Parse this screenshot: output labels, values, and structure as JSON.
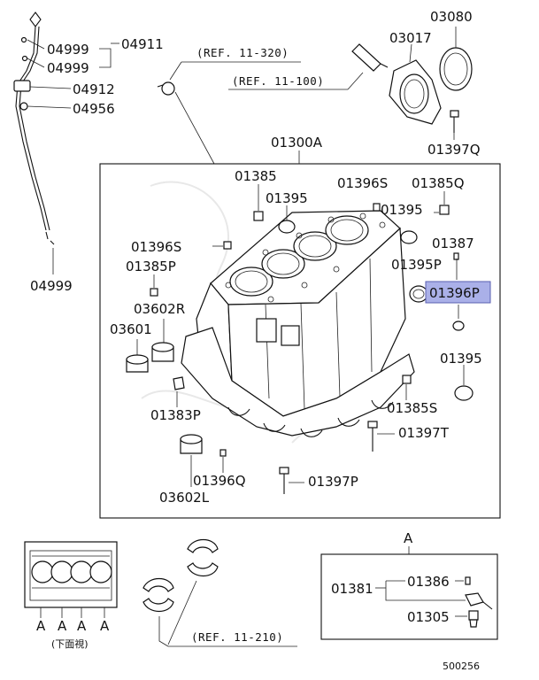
{
  "parts": {
    "p04999a": "04999",
    "p04999b": "04999",
    "p04911": "04911",
    "p04912": "04912",
    "p04956": "04956",
    "p04999c": "04999",
    "p03080": "03080",
    "p03017": "03017",
    "p01397q": "01397Q",
    "p01300a": "01300A",
    "p01385a": "01385",
    "p01395a": "01395",
    "p01396s_top": "01396S",
    "p01385q": "01385Q",
    "p01395b": "01395",
    "p01396s_left": "01396S",
    "p01385p": "01385P",
    "p01387": "01387",
    "p01395p": "01395P",
    "p01396p": "01396P",
    "p03602r": "03602R",
    "p03601": "03601",
    "p01395c": "01395",
    "p01383p": "01383P",
    "p01385s": "01385S",
    "p01397t": "01397T",
    "p01396q": "01396Q",
    "p01397p": "01397P",
    "p03602l": "03602L",
    "p01381": "01381",
    "p01386": "01386",
    "p01305": "01305"
  },
  "refs": {
    "ref_11_320": "(REF. 11-320)",
    "ref_11_100": "(REF. 11-100)",
    "ref_11_210": "(REF. 11-210)"
  },
  "view": {
    "detail_a": "A",
    "a1": "A",
    "a2": "A",
    "a3": "A",
    "a4": "A",
    "bottom_view": "(下面視)"
  },
  "footer": {
    "diagram_no": "500256"
  },
  "highlight_color": "#aab0e8"
}
